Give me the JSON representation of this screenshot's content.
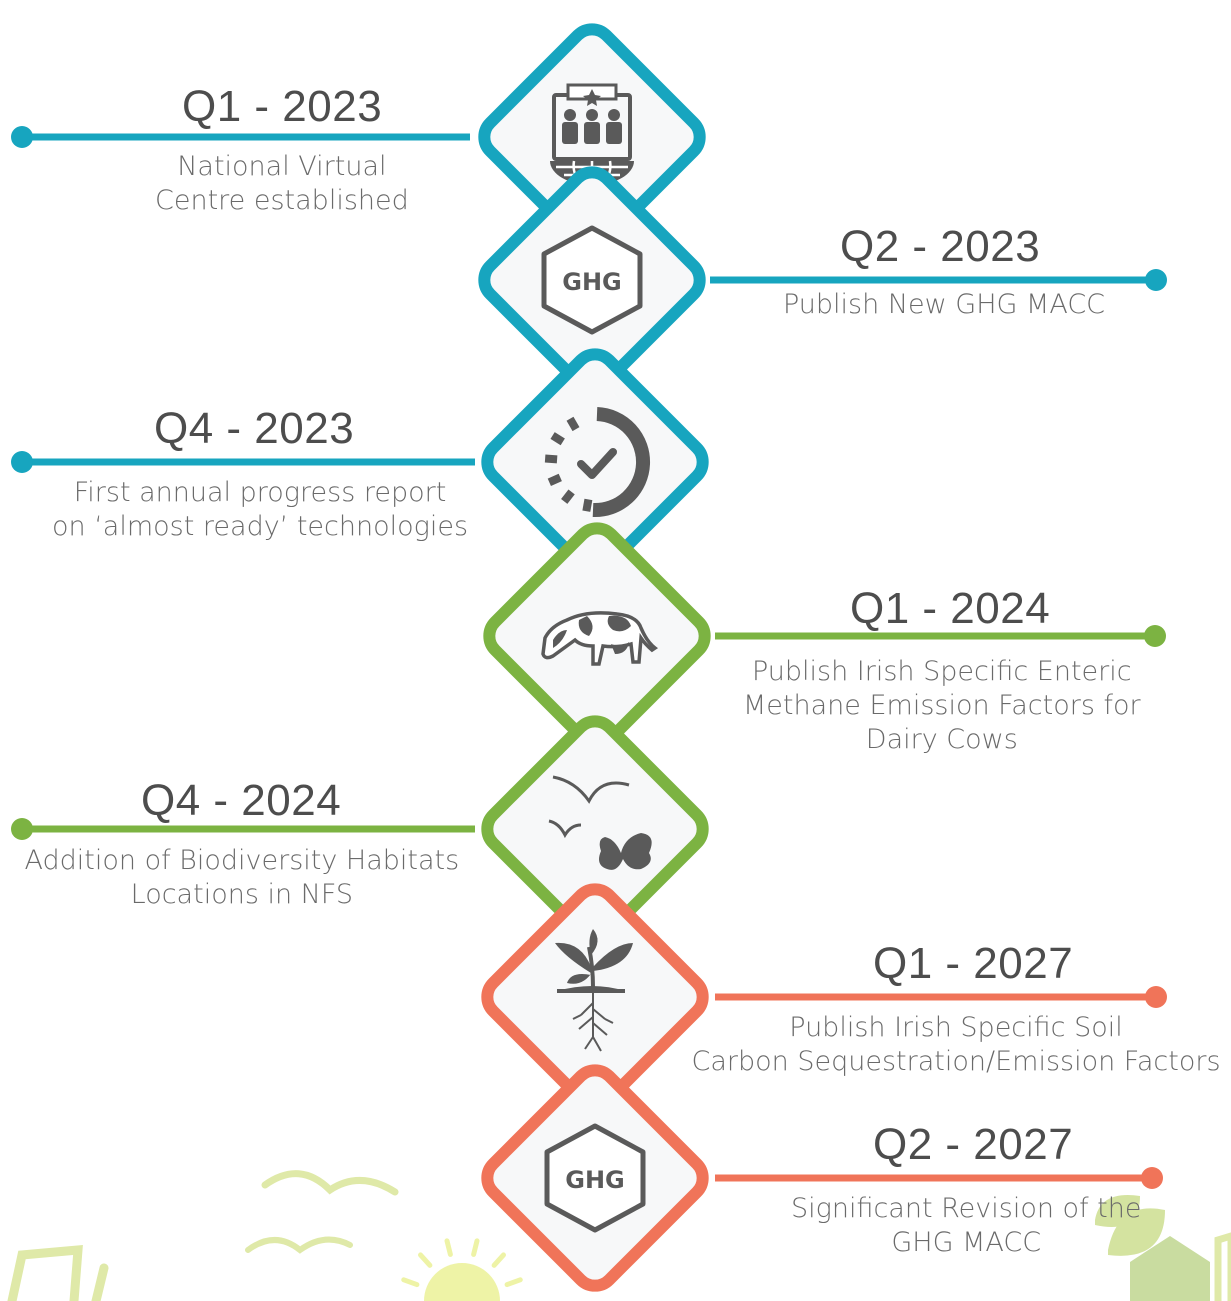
{
  "colors": {
    "teal": "#17a5bf",
    "green": "#7cb342",
    "coral": "#f07459",
    "icon_gray": "#5a5a5a",
    "diamond_fill": "#f7f8f9"
  },
  "milestones": [
    {
      "quarter": "Q1 - 2023",
      "description": [
        "National Virtual",
        "Centre established"
      ],
      "icon": "people-globe-icon",
      "color": "teal",
      "side": "left"
    },
    {
      "quarter": "Q2 - 2023",
      "description": [
        "Publish New GHG MACC"
      ],
      "icon": "ghg-hexagon-icon",
      "icon_text": "GHG",
      "color": "teal",
      "side": "right"
    },
    {
      "quarter": "Q4 - 2023",
      "description": [
        "First annual progress report",
        "on ‘almost ready’ technologies"
      ],
      "icon": "progress-check-icon",
      "color": "teal",
      "side": "left"
    },
    {
      "quarter": "Q1 - 2024",
      "description": [
        "Publish Irish Specific Enteric",
        "Methane Emission Factors for",
        "Dairy Cows"
      ],
      "icon": "cow-icon",
      "color": "green",
      "side": "right"
    },
    {
      "quarter": "Q4 - 2024",
      "description": [
        "Addition of Biodiversity Habitats",
        "Locations in NFS"
      ],
      "icon": "birds-butterfly-icon",
      "color": "green",
      "side": "left"
    },
    {
      "quarter": "Q1 - 2027",
      "description": [
        "Publish Irish Specific Soil",
        "Carbon Sequestration/Emission Factors"
      ],
      "icon": "sprout-roots-icon",
      "color": "coral",
      "side": "right"
    },
    {
      "quarter": "Q2 - 2027",
      "description": [
        "Significant Revision of the",
        "GHG MACC"
      ],
      "icon": "ghg-hexagon-icon",
      "icon_text": "GHG",
      "color": "coral",
      "side": "right"
    }
  ],
  "background_decoration": [
    "tractor-outline-icon",
    "bird-outline-icon",
    "sun-icon",
    "leaf-icon",
    "house-icon"
  ]
}
